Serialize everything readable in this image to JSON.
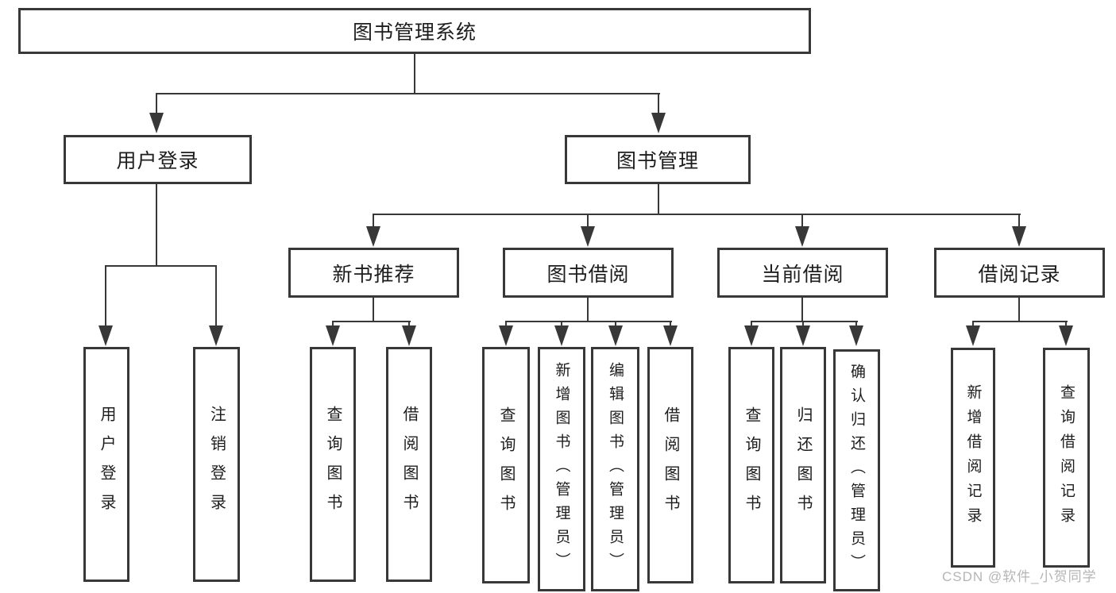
{
  "tree": {
    "root": {
      "label": "图书管理系统"
    },
    "branches": [
      {
        "label": "用户登录",
        "children": [
          {
            "label": "用户登录"
          },
          {
            "label": "注销登录"
          }
        ]
      },
      {
        "label": "图书管理",
        "groups": [
          {
            "label": "新书推荐",
            "children": [
              {
                "label": "查询图书"
              },
              {
                "label": "借阅图书"
              }
            ]
          },
          {
            "label": "图书借阅",
            "children": [
              {
                "label": "查询图书"
              },
              {
                "label": "新增图书（管理员）"
              },
              {
                "label": "编辑图书（管理员）"
              },
              {
                "label": "借阅图书"
              }
            ]
          },
          {
            "label": "当前借阅",
            "children": [
              {
                "label": "查询图书"
              },
              {
                "label": "归还图书"
              },
              {
                "label": "确认归还（管理员）"
              }
            ]
          },
          {
            "label": "借阅记录",
            "children": [
              {
                "label": "新增借阅记录"
              },
              {
                "label": "查询借阅记录"
              }
            ]
          }
        ]
      }
    ]
  },
  "watermark": {
    "text": "CSDN @软件_小贺同学"
  },
  "colors": {
    "line": "#383838",
    "box_border": "#383838",
    "text": "#1d1d1d",
    "background": "#ffffff",
    "watermark": "#b5b5b5"
  }
}
